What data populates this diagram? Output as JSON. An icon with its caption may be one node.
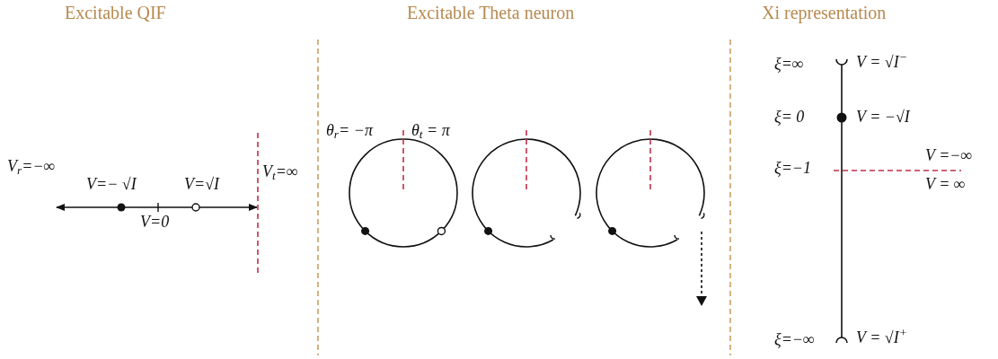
{
  "diagram": {
    "labels": [
      "Excitable QIF",
      "Excitable Theta neuron",
      "Xi representation",
      "V$_{r}$=−∞",
      "V=− √I",
      "V=√I",
      "V$_{t}$=∞",
      "V=0",
      "θ$_{r}$= −π",
      "θ$_{t}$ = π",
      "ξ=∞",
      "V = √I$^{−}$",
      "ξ= 0",
      "V = −√I",
      "ξ=−1",
      "V =−∞",
      "V =  ∞",
      "ξ=−∞",
      "V = √I$^{+}$"
    ]
  }
}
